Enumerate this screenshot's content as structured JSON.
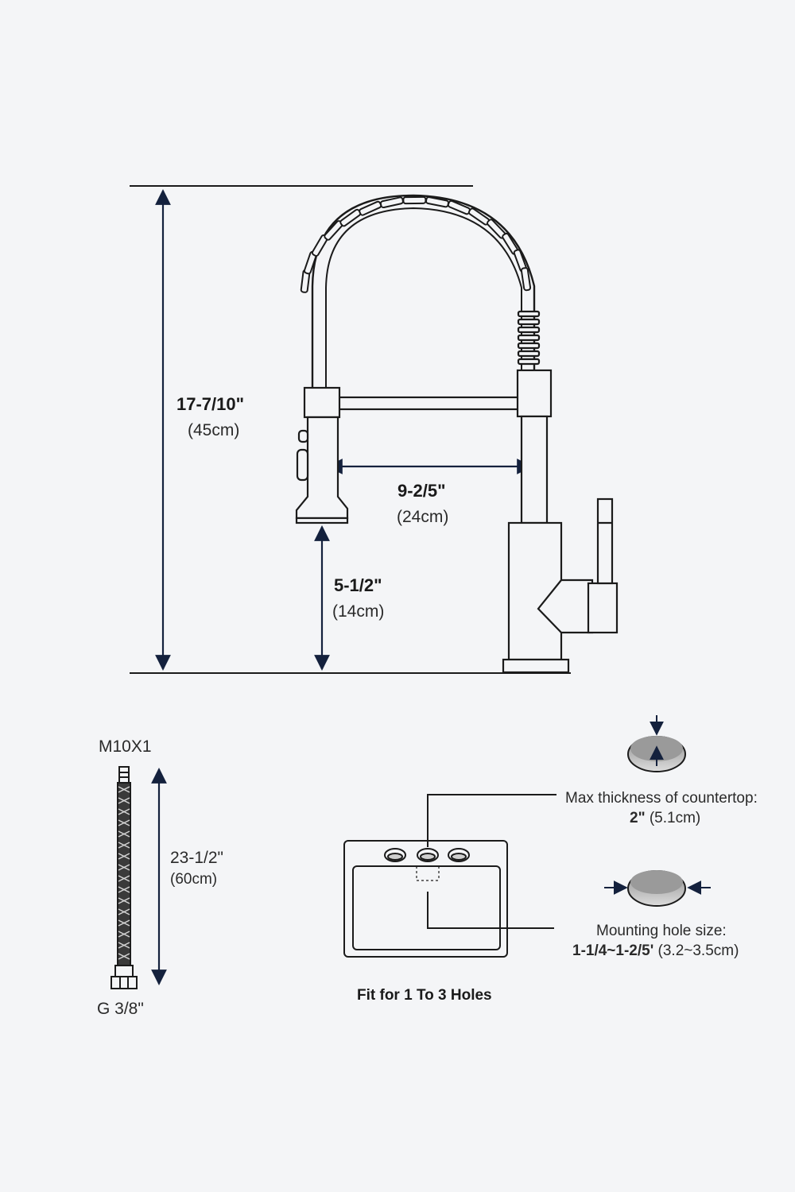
{
  "dimensions": {
    "total_height": {
      "main": "17-7/10\"",
      "sub": "(45cm)"
    },
    "reach": {
      "main": "9-2/5\"",
      "sub": "(24cm)"
    },
    "spout_height": {
      "main": "5-1/2\"",
      "sub": "(14cm)"
    }
  },
  "hose": {
    "top_thread": "M10X1",
    "length_main": "23-1/2\"",
    "length_sub": "(60cm)",
    "bottom_thread": "G 3/8\""
  },
  "countertop": {
    "label": "Max thickness of countertop:",
    "value_bold": "2\"",
    "value_sub": "(5.1cm)"
  },
  "mounting_hole": {
    "label": "Mounting hole size:",
    "value_bold": "1-1/4~1-2/5'",
    "value_sub": "(3.2~3.5cm)"
  },
  "sink": {
    "caption": "Fit for 1 To 3 Holes"
  },
  "colors": {
    "line": "#1b1b1b",
    "arrow": "#14213d",
    "hole_fill": "#bdbdbd"
  }
}
